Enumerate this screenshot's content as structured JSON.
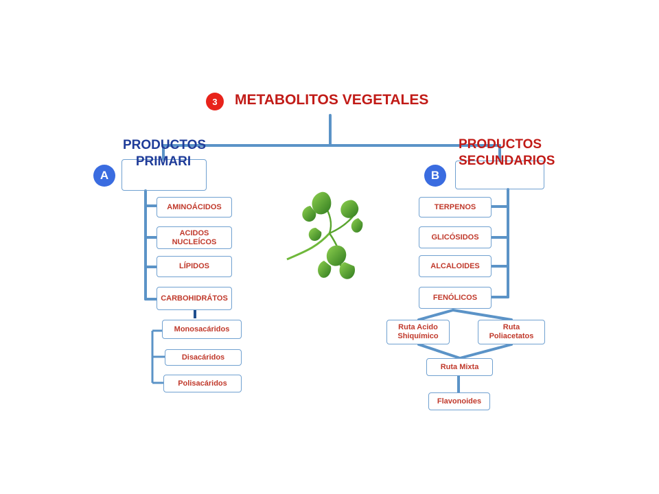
{
  "title": {
    "number": "3",
    "text": "METABOLITOS VEGETALES"
  },
  "primary": {
    "badge": "A",
    "label": "PRODUCTOS PRIMARI"
  },
  "secondary": {
    "badge": "B",
    "label": "PRODUCTOS SECUNDARIOS",
    "hidden_tail": "IOS"
  },
  "primary_items": [
    "AMINOÁCIDOS",
    "ACIDOS NUCLEÍCOS",
    "LÍPIDOS",
    "CARBOHIDRÁTOS"
  ],
  "carb_items": [
    "Monosacáridos",
    "Disacáridos",
    "Polisacáridos"
  ],
  "secondary_items": [
    "TERPENOS",
    "GLICÓSIDOS",
    "ALCALOIDES",
    "FENÓLICOS"
  ],
  "routes": {
    "left": "Ruta Acido Shiquímico",
    "right": "Ruta Poliacetatos",
    "mixed": "Ruta Mixta",
    "result": "Flavonoides"
  },
  "colors": {
    "line": "#5b93c7",
    "accent_red": "#c11b17",
    "accent_blue": "#1f3c99",
    "badge_red": "#e8231b",
    "badge_blue": "#3a6ce0"
  }
}
